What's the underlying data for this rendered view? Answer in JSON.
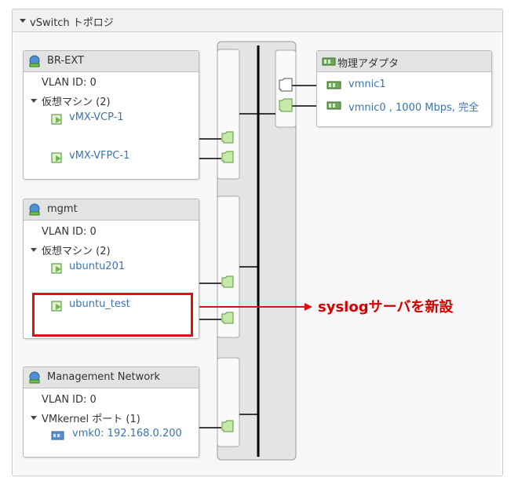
{
  "panel": {
    "title": "vSwitch トポロジ"
  },
  "groups": [
    {
      "name": "BR-EXT",
      "vlan": "VLAN ID: 0",
      "section": "仮想マシン (2)",
      "items": [
        "vMX-VCP-1",
        "vMX-VFPC-1"
      ]
    },
    {
      "name": "mgmt",
      "vlan": "VLAN ID: 0",
      "section": "仮想マシン (2)",
      "items": [
        "ubuntu201",
        "ubuntu_test"
      ]
    },
    {
      "name": "Management Network",
      "vlan": "VLAN ID: 0",
      "section": "VMkernel ポート (1)",
      "items": [
        "vmk0: 192.168.0.200"
      ]
    }
  ],
  "adapters": {
    "title": "物理アダプタ",
    "items": [
      "vmnic1",
      "vmnic0 , 1000 Mbps, 完全"
    ]
  },
  "annotation": {
    "text": "syslogサーバを新設"
  },
  "colors": {
    "link": "#3b73af",
    "port_fill": "#c6e9a8",
    "port_stroke": "#5b9a3b",
    "annotation": "#e01010"
  }
}
